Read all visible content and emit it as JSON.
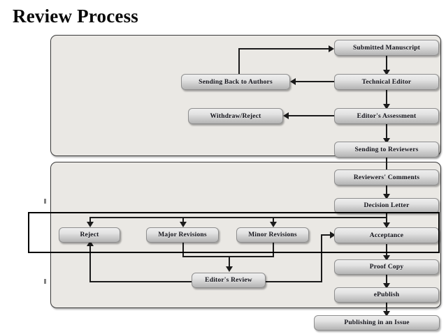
{
  "page": {
    "title": "Review Process",
    "background_color": "#ffffff",
    "node_text_color": "#13131a",
    "panel_color": "#eae8e4",
    "connector_color": "#1b1b1b",
    "highlight_color": "#000000"
  },
  "panels": [
    {
      "name": "submission-stage-panel"
    },
    {
      "name": "review-stage-panel"
    }
  ],
  "nodes": {
    "submitted_manuscript": "Submitted Manuscript",
    "technical_editor": "Technical Editor",
    "editors_assessment": "Editor's Assessment",
    "sending_to_reviewers": "Sending to Reviewers",
    "sending_back_to_authors": "Sending Back to Authors",
    "withdraw_reject": "Withdraw/Reject",
    "reviewers_comments": "Reviewers' Comments",
    "decision_letter": "Decision Letter",
    "reject": "Reject",
    "major_revisions": "Major Revisions",
    "minor_revisions": "Minor Revisions",
    "acceptance": "Acceptance",
    "editors_review": "Editor's Review",
    "proof_copy": "Proof Copy",
    "epublish": "ePublish",
    "publishing_in_an_issue": "Publishing in an Issue"
  },
  "flow": {
    "steps": [
      "Submitted Manuscript",
      "Technical Editor",
      "Editor's Assessment",
      "Sending to Reviewers",
      "Reviewers' Comments",
      "Decision Letter",
      "Acceptance",
      "Proof Copy",
      "ePublish",
      "Publishing in an Issue"
    ],
    "branches": [
      "Technical Editor -> Sending Back to Authors",
      "Sending Back to Authors -> Submitted Manuscript",
      "Editor's Assessment -> Withdraw/Reject",
      "Decision Letter -> Reject",
      "Decision Letter -> Major Revisions",
      "Decision Letter -> Minor Revisions",
      "Decision Letter -> Acceptance",
      "Major Revisions -> Editor's Review",
      "Minor Revisions -> Editor's Review",
      "Editor's Review -> Reject",
      "Editor's Review -> Acceptance"
    ]
  }
}
